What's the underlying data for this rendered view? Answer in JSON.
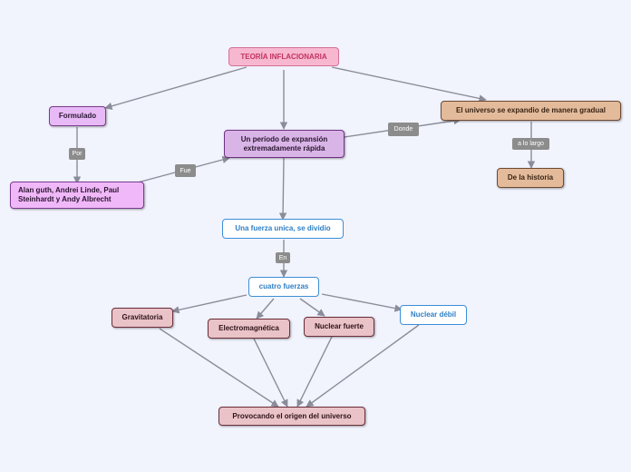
{
  "colors": {
    "root": "#f7b7cf",
    "root_text": "#c2335f",
    "purple": "#e7b9f6",
    "purple_border": "#7a3b8f",
    "purple_main": "#d9b5e7",
    "tan": "#e3bb9b",
    "tan_border": "#6e4a32",
    "rose": "#e9c3c8",
    "rose_border": "#6a2e3a",
    "blue_text": "#2f7fc4",
    "blue_border": "#3d8fd6",
    "edge": "#8a8d99",
    "edge_label": "#8c8c8c"
  },
  "nodes": {
    "root": "TEORÍA INFLACIONARIA",
    "formulado": "Formulado",
    "periodo_l1": "Un período de expansión",
    "periodo_l2": "extremadamente rápida",
    "universo": "El universo se expandio de manera gradual",
    "historia": "De la historia",
    "autores_l1": "Alan guth, Andrei Linde, Paul",
    "autores_l2": "Steinhardt  y Andy Albrecht",
    "fuerza": "Una fuerza unica, se dividio",
    "cuatro": "cuatro fuerzas",
    "gravitatoria": "Gravitatoria",
    "electromagnetica": "Electromagnética",
    "nuclear_fuerte": "Nuclear fuerte",
    "nuclear_debil": "Nuclear débil",
    "origen": "Provocando el origen del universo"
  },
  "edge_labels": {
    "por": "Por",
    "fue": "Fue",
    "donde": "Donde",
    "a_lo_largo": "a lo largo",
    "en": "En"
  }
}
